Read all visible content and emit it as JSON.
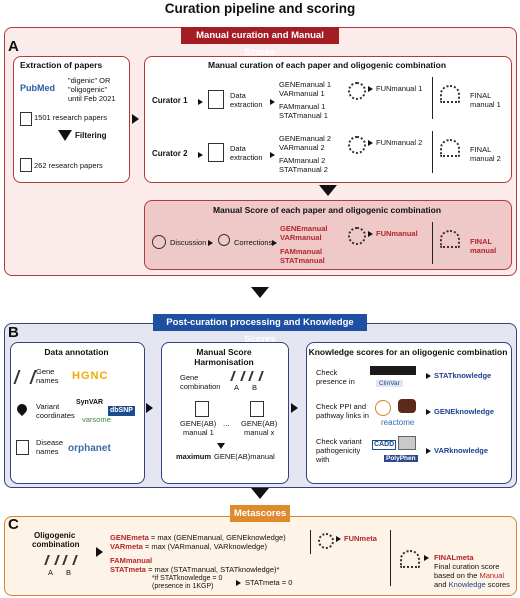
{
  "title": "Curation pipeline and scoring",
  "sectionA": {
    "letter": "A",
    "header": "Manual curation and Manual Scores",
    "extraction": {
      "title": "Extraction of papers",
      "pubmed": "PubMed",
      "query_line1": "\"digenic\" OR",
      "query_line2": "\"oligogenic\"",
      "query_line3": "until Feb 2021",
      "papers_initial": "1501 research papers",
      "filtering": "Filtering",
      "papers_final": "262 research papers"
    },
    "manual_curation": {
      "title": "Manual curation of each paper and oligogenic combination",
      "curator1": "Curator 1",
      "curator2": "Curator 2",
      "data_extraction_1": "Data",
      "data_extraction_2": "extraction",
      "c1_gene": "GENEmanual 1",
      "c1_var": "VARmanual 1",
      "c1_fam": "FAMmanual 1",
      "c1_stat": "STATmanual 1",
      "c1_fun": "FUNmanual 1",
      "c1_final1": "FINAL",
      "c1_final2": "manual 1",
      "c2_gene": "GENEmanual 2",
      "c2_var": "VARmanual 2",
      "c2_fam": "FAMmanual 2",
      "c2_stat": "STATmanual 2",
      "c2_fun": "FUNmanual 2",
      "c2_final1": "FINAL",
      "c2_final2": "manual 2"
    },
    "manual_score": {
      "title": "Manual Score of each paper and oligogenic combination",
      "discussion": "Discussion",
      "corrections": "Corrections",
      "gene": "GENEmanual",
      "var": "VARmanual",
      "fam": "FAMmanual",
      "stat": "STATmanual",
      "fun": "FUNmanual",
      "final1": "FINAL",
      "final2": "manual"
    }
  },
  "sectionB": {
    "letter": "B",
    "header": "Post-curation processing and Knowledge Scores",
    "annotation": {
      "title": "Data annotation",
      "gene_names_1": "Gene",
      "gene_names_2": "names",
      "hgnc": "HGNC",
      "variant_1": "Variant",
      "variant_2": "coordinates",
      "synvar": "SynVAR",
      "dbsnp": "dbSNP",
      "varsome": "varsome",
      "disease_1": "Disease",
      "disease_2": "names",
      "orphanet": "orphanet"
    },
    "harmonisation": {
      "title1": "Manual Score",
      "title2": "Harmonisation",
      "gene_comb_1": "Gene",
      "gene_comb_2": "combination",
      "a": "A",
      "b": "B",
      "g1_1": "GENE(AB)",
      "g1_2": "manual 1",
      "dots": "...",
      "gx_1": "GENE(AB)",
      "gx_2": "manual x",
      "maximum": "maximum",
      "max_rest": "GENE(AB)manual"
    },
    "knowledge": {
      "title": "Knowledge scores for an oligogenic combination",
      "check1_1": "Check",
      "check1_2": "presence in",
      "clinvar": "ClinVar",
      "stat": "STATknowledge",
      "check2_1": "Check PPI and",
      "check2_2": "pathway links in",
      "reactome": "reactome",
      "gene": "GENEknowledge",
      "check3_1": "Check variant",
      "check3_2": "pathogenicity",
      "check3_3": "with",
      "cadd": "CADD",
      "polyphen": "PolyPhen",
      "var": "VARknowledge"
    }
  },
  "sectionC": {
    "letter": "C",
    "header": "Metascores",
    "oligo_1": "Oligogenic",
    "oligo_2": "combination",
    "a": "A",
    "b": "B",
    "gene_meta": "GENEmeta",
    "gene_rest": " = max (GENEmanual, GENEknowledge)",
    "var_meta": "VARmeta",
    "var_rest": " = max (VARmanual, VARknowledge)",
    "fam": "FAMmanual",
    "stat_meta": "STATmeta",
    "stat_rest": " = max (STATmanual, STATknowledge)*",
    "note1": "*if STATknowledge = 0",
    "note2": "(presence in 1KGP)",
    "stat_zero": "STATmeta = 0",
    "fun_meta": "FUNmeta",
    "final_meta": "FINALmeta",
    "final_desc1": "Final curation score",
    "final_desc2": "based on the",
    "manual": "Manual",
    "and": "and",
    "knowledge": "Knowledge",
    "scores": "scores"
  },
  "colors": {
    "red_border": "#b23a3a",
    "red_header": "#a51d24",
    "red_bg": "#fbeceb",
    "blue_border": "#33427d",
    "blue_header": "#1f4fa0",
    "blue_bg": "#e6e6f2",
    "orange_border": "#d9832a",
    "orange_header": "#e08a2e",
    "orange_bg": "#fdf3e6"
  }
}
